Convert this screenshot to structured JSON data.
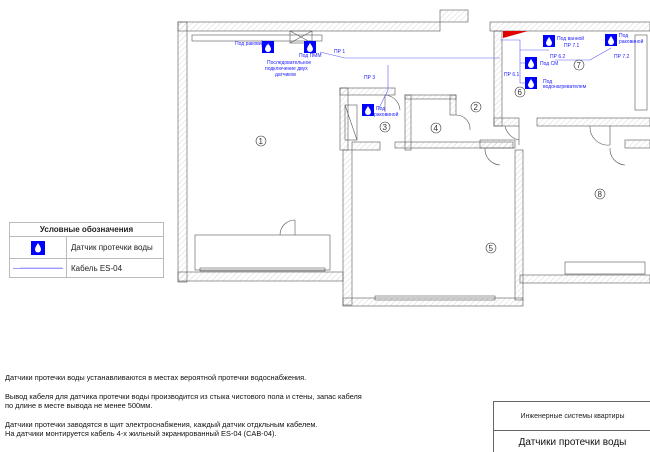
{
  "plan": {
    "rooms": [
      "1",
      "2",
      "3",
      "4",
      "5",
      "6",
      "7",
      "8"
    ],
    "sensor_labels": {
      "s1": "Под раковиной",
      "s2": "Под ПММ",
      "s2_note": [
        "Последовательное",
        "подключение двух",
        "датчиков"
      ],
      "s3": [
        "Под",
        "раковиной"
      ],
      "s4": "Под ванной",
      "s5": [
        "Под",
        "раковиной"
      ],
      "s6": "Под СМ",
      "s7": [
        "Под",
        "водонагревателем"
      ]
    },
    "cable_tags": [
      "ПР 1",
      "ПР 3",
      "ПР 7.1",
      "ПР 7.2",
      "ПР 6.2",
      "ПР 6.1"
    ],
    "colors": {
      "sensor": "#0000ff",
      "cable": "#5a5aff",
      "panel": "#e00000"
    }
  },
  "legend": {
    "title": "Условные обозначения",
    "items": [
      {
        "icon": "water-leak-sensor-icon",
        "label": "Датчик протечки воды"
      },
      {
        "icon": "cable-line-icon",
        "label": "Кабель ES-04"
      }
    ]
  },
  "notes": [
    "Датчики протечки воды устанавливаются в местах вероятной протечки водоснабжения.",
    "Вывод кабеля для датчика протечки воды производится из стыка чистового пола и стены, запас кабеля",
    "по длине в месте вывода не менее 500мм.",
    "Датчики протечки заводятся в щит электроснабжения, каждый датчик отдкльным кабелем.",
    "На датчики монтируется кабель 4-х жильный экранированный ES-04 (CAB-04)."
  ],
  "stamp": {
    "system": "Инженерные системы квартиры",
    "sheet_title": "Датчики протечки воды"
  }
}
